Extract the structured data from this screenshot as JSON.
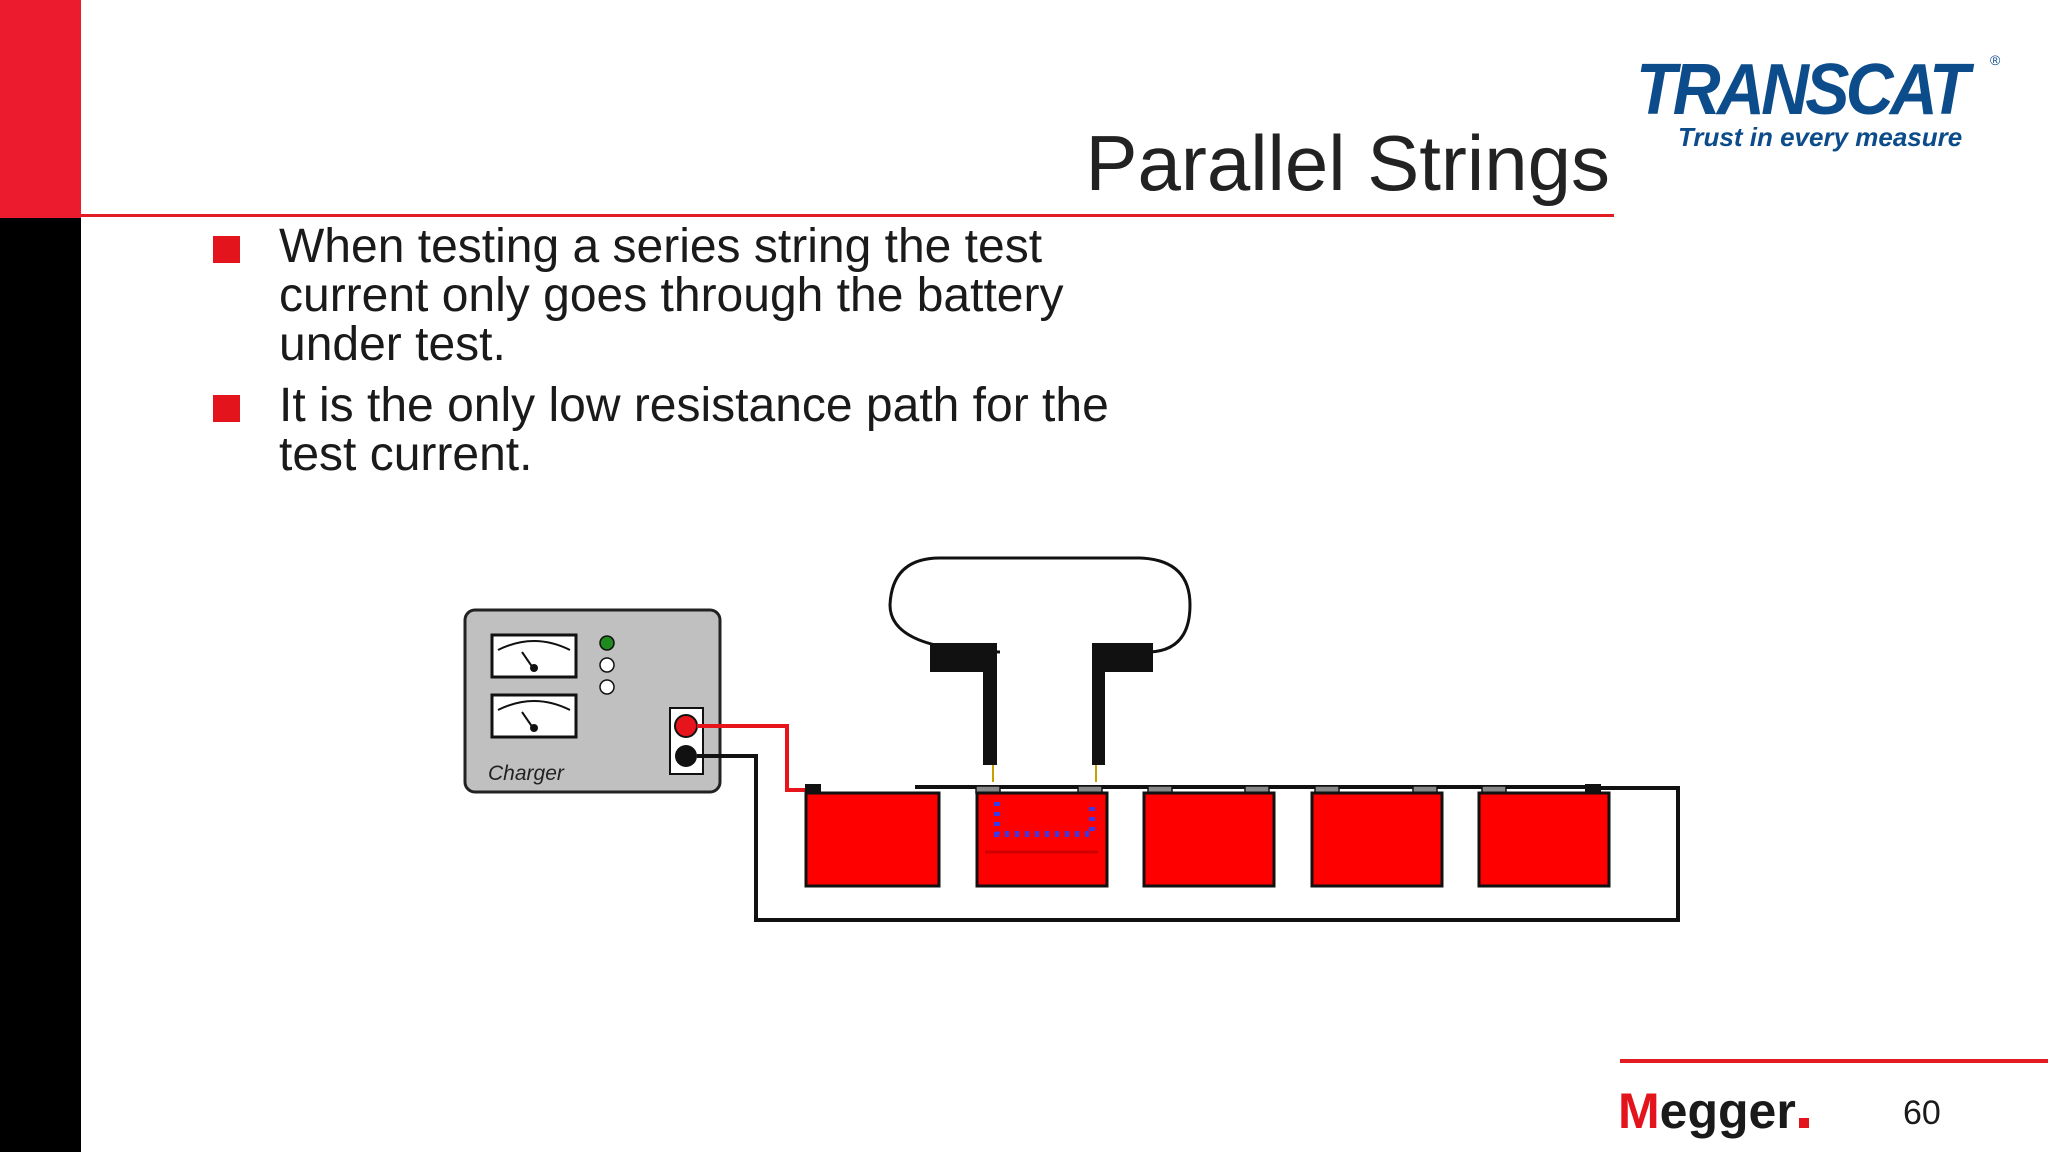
{
  "slide": {
    "title": "Parallel Strings",
    "page_number": "60"
  },
  "bullets": [
    {
      "text": "When testing a series string the test current only goes through the battery under test."
    },
    {
      "text": "It is the only low resistance path for the test current."
    }
  ],
  "diagram": {
    "charger_label": "Charger",
    "battery_count": 5,
    "battery_under_test_index": 1
  },
  "logos": {
    "transcat_name": "TRANSCAT",
    "transcat_tagline": "Trust in every measure",
    "megger_name_first": "M",
    "megger_name_rest": "egger"
  },
  "colors": {
    "accent_red": "#e31b23",
    "battery_red": "#ff0000",
    "transcat_blue": "#0c4c8b",
    "current_path_blue": "#3a3ae8"
  }
}
